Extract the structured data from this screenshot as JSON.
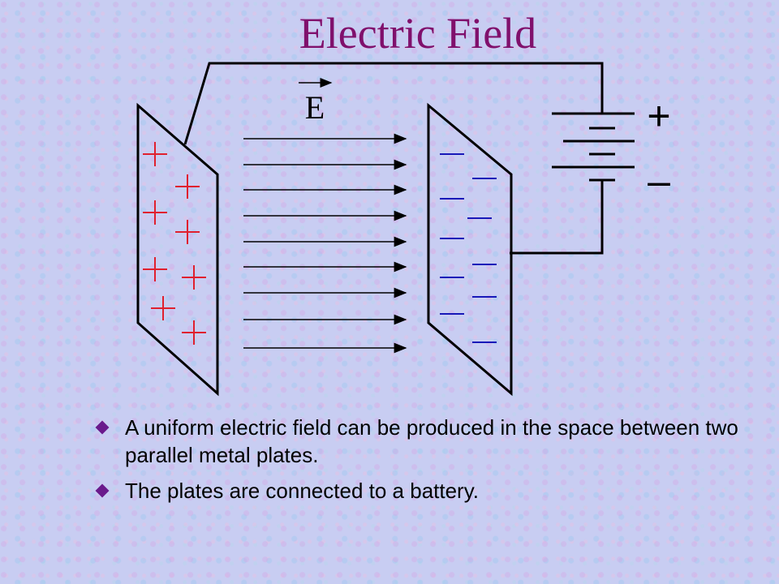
{
  "title": "Electric Field",
  "diagram": {
    "field_label": "E",
    "battery_positive": "+",
    "battery_negative": "–",
    "colors": {
      "title": "#80106c",
      "positive_charge": "#e0202e",
      "negative_charge": "#1818b8",
      "lines": "#000000"
    }
  },
  "bullets": [
    {
      "text": "A uniform electric field can be produced in the space between two parallel metal plates."
    },
    {
      "text": "The plates are connected to a battery."
    }
  ]
}
